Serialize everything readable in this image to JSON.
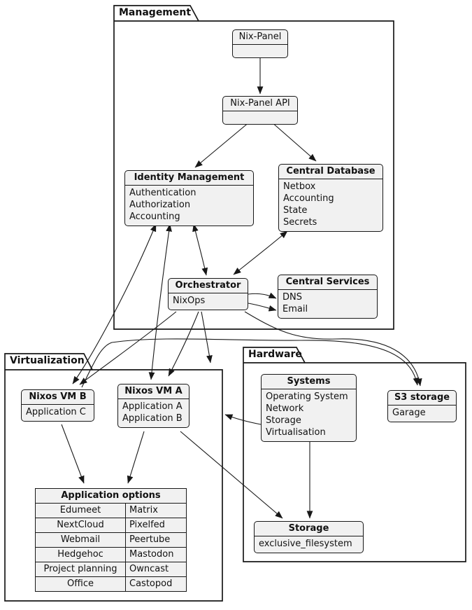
{
  "packages": {
    "management": {
      "label": "Management"
    },
    "virtualization": {
      "label": "Virtualization"
    },
    "hardware": {
      "label": "Hardware"
    }
  },
  "nodes": {
    "nix_panel": {
      "title": "Nix-Panel",
      "attrs": []
    },
    "nix_panel_api": {
      "title": "Nix-Panel API",
      "attrs": []
    },
    "identity_management": {
      "title": "Identity Management",
      "attrs": [
        "Authentication",
        "Authorization",
        "Accounting"
      ]
    },
    "central_database": {
      "title": "Central Database",
      "attrs": [
        "Netbox",
        "Accounting",
        "State",
        "Secrets"
      ]
    },
    "orchestrator": {
      "title": "Orchestrator",
      "attrs": [
        "NixOps"
      ]
    },
    "central_services": {
      "title": "Central Services",
      "attrs": [
        "DNS",
        "Email"
      ]
    },
    "nixos_vm_b": {
      "title": "Nixos VM B",
      "attrs": [
        "Application C"
      ]
    },
    "nixos_vm_a": {
      "title": "Nixos VM A",
      "attrs": [
        "Application A",
        "Application B"
      ]
    },
    "systems": {
      "title": "Systems",
      "attrs": [
        "Operating System",
        "Network",
        "Storage",
        "Virtualisation"
      ]
    },
    "s3_storage": {
      "title": "S3 storage",
      "attrs": [
        "Garage"
      ]
    },
    "storage": {
      "title": "Storage",
      "attrs": [
        "exclusive_filesystem"
      ]
    },
    "application_options": {
      "title": "Application options",
      "rows": [
        [
          "Edumeet",
          "Matrix"
        ],
        [
          "NextCloud",
          "Pixelfed"
        ],
        [
          "Webmail",
          "Peertube"
        ],
        [
          "Hedgehoc",
          "Mastodon"
        ],
        [
          "Project planning",
          "Owncast"
        ],
        [
          "Office",
          "Castopod"
        ]
      ]
    }
  },
  "edges": [
    {
      "from": "Nix-Panel",
      "to": "Nix-Panel API",
      "style": "arrow"
    },
    {
      "from": "Nix-Panel API",
      "to": "Identity Management",
      "style": "arrow"
    },
    {
      "from": "Nix-Panel API",
      "to": "Central Database",
      "style": "arrow"
    },
    {
      "from": "Identity Management",
      "to": "Orchestrator",
      "style": "double-arrow"
    },
    {
      "from": "Central Database",
      "to": "Orchestrator",
      "style": "double-arrow"
    },
    {
      "from": "Orchestrator",
      "to": "Central Services (DNS)",
      "style": "arrow"
    },
    {
      "from": "Orchestrator",
      "to": "Central Services (Email)",
      "style": "arrow"
    },
    {
      "from": "Orchestrator",
      "to": "Virtualization",
      "style": "arrow"
    },
    {
      "from": "Orchestrator",
      "to": "Nixos VM A",
      "style": "arrow"
    },
    {
      "from": "Orchestrator",
      "to": "Nixos VM B",
      "style": "arrow"
    },
    {
      "from": "Orchestrator",
      "to": "S3 storage",
      "style": "arrow"
    },
    {
      "from": "Identity Management",
      "to": "Nixos VM A",
      "style": "double-arrow"
    },
    {
      "from": "Identity Management",
      "to": "Nixos VM B",
      "style": "double-arrow"
    },
    {
      "from": "Nixos VM B",
      "to": "S3 storage",
      "style": "arrow"
    },
    {
      "from": "Nixos VM B",
      "to": "Application options",
      "style": "arrow"
    },
    {
      "from": "Nixos VM A",
      "to": "Application options",
      "style": "arrow"
    },
    {
      "from": "Nixos VM A",
      "to": "Storage",
      "style": "arrow"
    },
    {
      "from": "Systems",
      "to": "Storage",
      "style": "arrow"
    },
    {
      "from": "Systems",
      "to": "Virtualization",
      "style": "arrow"
    }
  ],
  "colors": {
    "node_fill": "#F1F1F1",
    "border": "#181818",
    "background": "#FFFFFF"
  }
}
